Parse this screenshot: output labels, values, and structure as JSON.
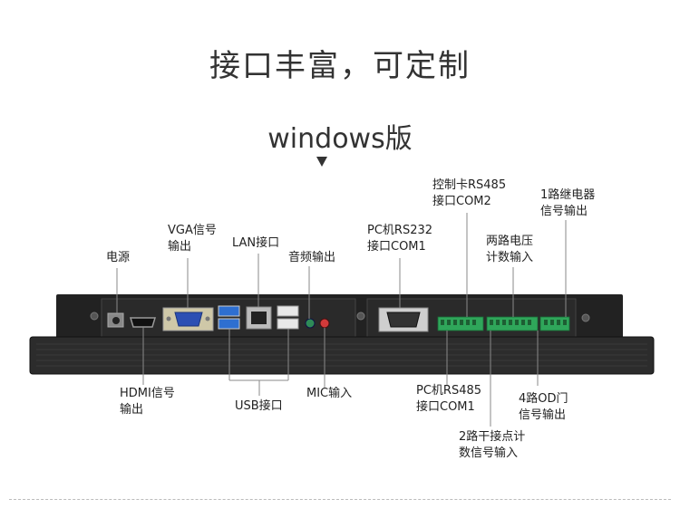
{
  "heading": {
    "title": "接口丰富，可定制",
    "subtitle": "windows版"
  },
  "labels": {
    "power": [
      "电源"
    ],
    "vga": [
      "VGA信号",
      "输出"
    ],
    "lan": [
      "LAN接口"
    ],
    "audio_out": [
      "音频输出"
    ],
    "pc_rs232": [
      "PC机RS232",
      "接口COM1"
    ],
    "ctrl_rs485": [
      "控制卡RS485",
      "接口COM2"
    ],
    "voltage_in": [
      "两路电压",
      "计数输入"
    ],
    "relay_out": [
      "1路继电器",
      "信号输出"
    ],
    "hdmi": [
      "HDMI信号",
      "输出"
    ],
    "usb": [
      "USB接口"
    ],
    "mic": [
      "MIC输入"
    ],
    "pc_rs485": [
      "PC机RS485",
      "接口COM1"
    ],
    "od_out": [
      "4路OD门",
      "信号输出"
    ],
    "dry_contact": [
      "2路干接点计",
      "数信号输入"
    ]
  },
  "colors": {
    "panel": "#1b1b1b",
    "terminal_green": "#2fa65a",
    "usb_blue": "#2e6fd1",
    "audio_green": "#2e8b57",
    "mic_red": "#d23a3a",
    "vga_blue": "#2c4fb3"
  },
  "icons": [
    "down-arrow-icon",
    "screw-icon"
  ]
}
